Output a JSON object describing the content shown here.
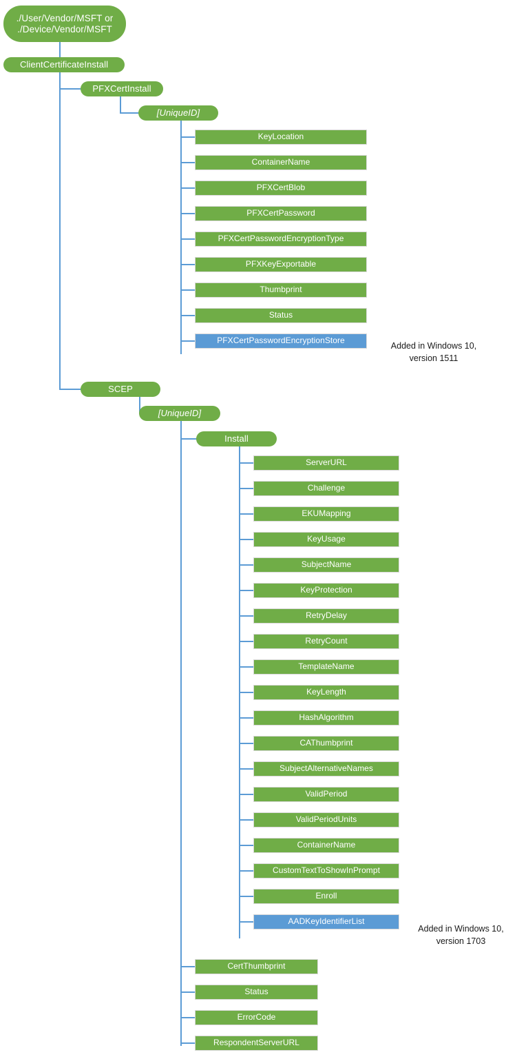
{
  "diagram": {
    "title_nodes": {
      "root": "./User/Vendor/MSFT or\n./Device/Vendor/MSFT",
      "client_certificate_install": "ClientCertificateInstall",
      "pfx_cert_install": "PFXCertInstall",
      "pfx_unique_id": "[UniqueID]",
      "scep": "SCEP",
      "scep_unique_id": "[UniqueID]",
      "install": "Install"
    },
    "pfx_children": [
      {
        "label": "KeyLocation",
        "color": "green"
      },
      {
        "label": "ContainerName",
        "color": "green"
      },
      {
        "label": "PFXCertBlob",
        "color": "green"
      },
      {
        "label": "PFXCertPassword",
        "color": "green"
      },
      {
        "label": "PFXCertPasswordEncryptionType",
        "color": "green"
      },
      {
        "label": "PFXKeyExportable",
        "color": "green"
      },
      {
        "label": "Thumbprint",
        "color": "green"
      },
      {
        "label": "Status",
        "color": "green"
      },
      {
        "label": "PFXCertPasswordEncryptionStore",
        "color": "blue"
      }
    ],
    "install_children": [
      {
        "label": "ServerURL",
        "color": "green"
      },
      {
        "label": "Challenge",
        "color": "green"
      },
      {
        "label": "EKUMapping",
        "color": "green"
      },
      {
        "label": "KeyUsage",
        "color": "green"
      },
      {
        "label": "SubjectName",
        "color": "green"
      },
      {
        "label": "KeyProtection",
        "color": "green"
      },
      {
        "label": "RetryDelay",
        "color": "green"
      },
      {
        "label": "RetryCount",
        "color": "green"
      },
      {
        "label": "TemplateName",
        "color": "green"
      },
      {
        "label": "KeyLength",
        "color": "green"
      },
      {
        "label": "HashAlgorithm",
        "color": "green"
      },
      {
        "label": "CAThumbprint",
        "color": "green"
      },
      {
        "label": "SubjectAlternativeNames",
        "color": "green"
      },
      {
        "label": "ValidPeriod",
        "color": "green"
      },
      {
        "label": "ValidPeriodUnits",
        "color": "green"
      },
      {
        "label": "ContainerName",
        "color": "green"
      },
      {
        "label": "CustomTextToShowInPrompt",
        "color": "green"
      },
      {
        "label": "Enroll",
        "color": "green"
      },
      {
        "label": "AADKeyIdentifierList",
        "color": "blue"
      }
    ],
    "scep_unique_id_children": [
      {
        "label": "CertThumbprint",
        "color": "green"
      },
      {
        "label": "Status",
        "color": "green"
      },
      {
        "label": "ErrorCode",
        "color": "green"
      },
      {
        "label": "RespondentServerURL",
        "color": "green"
      }
    ],
    "annotations": [
      {
        "text": "Added in Windows 10,\nversion 1511",
        "target": "PFXCertPasswordEncryptionStore"
      },
      {
        "text": "Added in Windows 10,\nversion 1703",
        "target": "AADKeyIdentifierList"
      }
    ],
    "colors": {
      "node_green": "#70AD47",
      "node_blue": "#5B9BD5",
      "connector": "#5B9BD5",
      "node_text": "#FFFFFF",
      "annotation_text": "#1A1A1A",
      "background": "#FFFFFF"
    }
  }
}
